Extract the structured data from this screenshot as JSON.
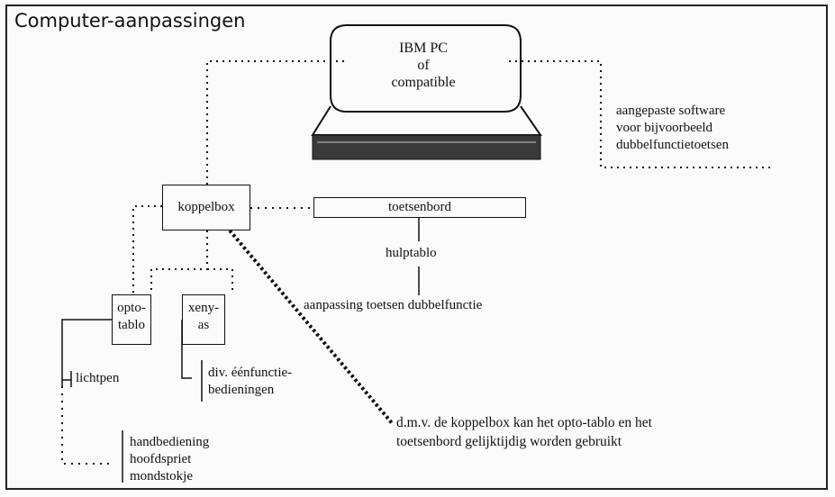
{
  "title": "Computer-aanpassingen",
  "computer": {
    "line1": "IBM PC",
    "line2": "of",
    "line3": "compatible"
  },
  "software_note": {
    "line1": "aangepaste software",
    "line2": "voor bijvoorbeeld",
    "line3": "dubbelfunctietoetsen"
  },
  "nodes": {
    "koppelbox": "koppelbox",
    "toetsenbord": "toetsenbord",
    "hulptablo": "hulptablo",
    "aanpassing": "aanpassing toetsen dubbelfunctie",
    "opto_line1": "opto-",
    "opto_line2": "tablo",
    "xeny_line1": "xeny-",
    "xeny_line2": "as",
    "lichtpen": "lichtpen",
    "div_line1": "div. éénfunctie-",
    "div_line2": "bedieningen",
    "hand_line1": "handbediening",
    "hand_line2": "hoofdspriet",
    "hand_line3": "mondstokje"
  },
  "note": {
    "line1": "d.m.v. de koppelbox kan het opto-tablo en het",
    "line2": "toetsenbord gelijktijdig worden gebruikt"
  }
}
